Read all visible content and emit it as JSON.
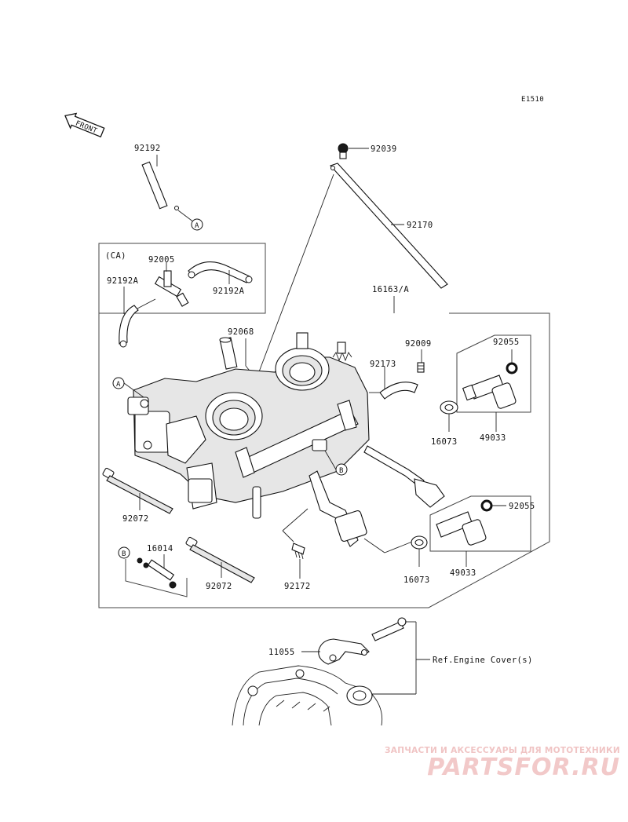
{
  "diagram": {
    "code": "E1510",
    "front_label": "FRONT",
    "ca_label": "(CA)",
    "ref_note": "Ref.Engine Cover(s)",
    "parts": {
      "p92192": "92192",
      "p92039": "92039",
      "p92170": "92170",
      "p92005": "92005",
      "p92192a_left": "92192A",
      "p92192a_right": "92192A",
      "p16163a": "16163/A",
      "p92068": "92068",
      "p92009": "92009",
      "p92055_top": "92055",
      "p92173": "92173",
      "p16073_top": "16073",
      "p49033_top": "49033",
      "p92072_left": "92072",
      "p92055_bottom": "92055",
      "p16014": "16014",
      "p92072_bottom": "92072",
      "p16073_bottom": "16073",
      "p49033_bottom": "49033",
      "p92172": "92172",
      "p11055": "11055"
    },
    "callouts": {
      "a_top": "A",
      "a_left": "A",
      "b_center": "B",
      "b_left": "B"
    }
  },
  "watermark": {
    "tagline": "ЗАПЧАСТИ И АКСЕССУАРЫ ДЛЯ МОТОТЕХНИКИ",
    "logo": "PARTSFOR.RU",
    "color": "#f0c4c4"
  }
}
